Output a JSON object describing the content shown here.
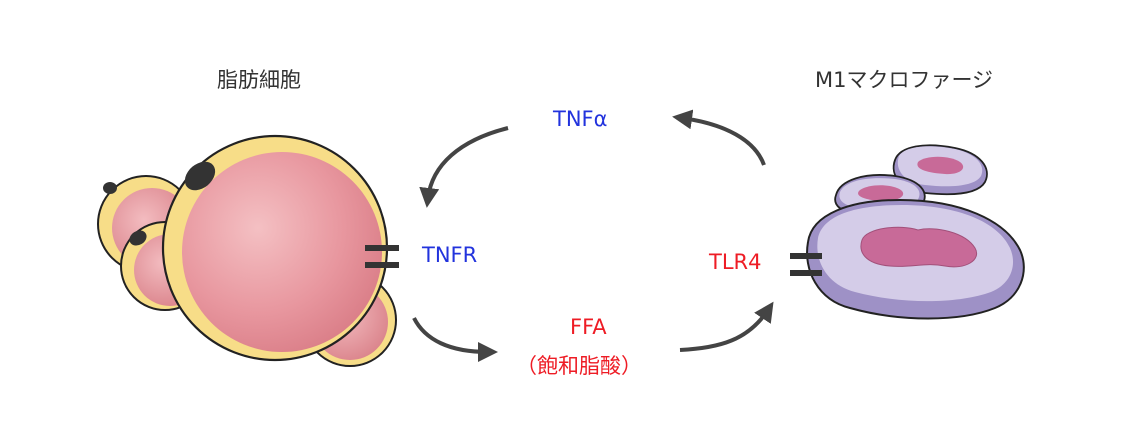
{
  "labels": {
    "adipocyte": "脂肪細胞",
    "macrophage": "M1マクロファージ",
    "tnf_alpha": "TNFα",
    "tnfr": "TNFR",
    "tlr4": "TLR4",
    "ffa": "FFA",
    "ffa_note": "（飽和脂酸）"
  },
  "colors": {
    "blue_text": "#2233dd",
    "red_text": "#ee1c25",
    "arrow": "#444444",
    "fat_fill": "#e9a0a8",
    "fat_membrane": "#f7dd88",
    "nucleus": "#333333",
    "macro_fill": "#c9c0e0",
    "macro_nucleus": "#c86a98"
  }
}
